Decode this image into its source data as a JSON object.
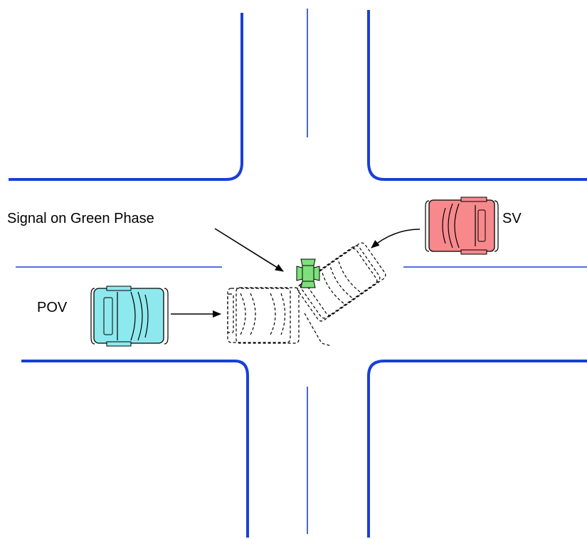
{
  "labels": {
    "signal": "Signal on Green Phase",
    "sv": "SV",
    "pov": "POV"
  },
  "colors": {
    "curb": "#1a3fd6",
    "sv_body": "#f7898c",
    "sv_ghost": "#f9c0c3",
    "pov_body": "#8ee9ee",
    "pov_ghost": "#c5f4f6",
    "signal": "#7ee07a"
  },
  "icons": [
    "traffic-signal-icon",
    "sv-vehicle-icon",
    "pov-vehicle-icon",
    "arrow-icon"
  ]
}
